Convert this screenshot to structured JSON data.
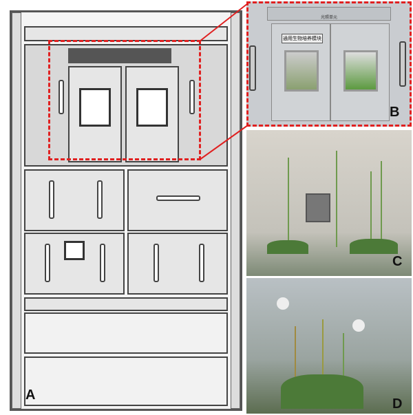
{
  "figure": {
    "panels": [
      {
        "id": "A",
        "label": "A"
      },
      {
        "id": "B",
        "label": "B",
        "module_title": "通用生物培养模块",
        "top_bar_text": "光照单元"
      },
      {
        "id": "C",
        "label": "C"
      },
      {
        "id": "D",
        "label": "D"
      }
    ],
    "highlight_color": "#e02020"
  }
}
